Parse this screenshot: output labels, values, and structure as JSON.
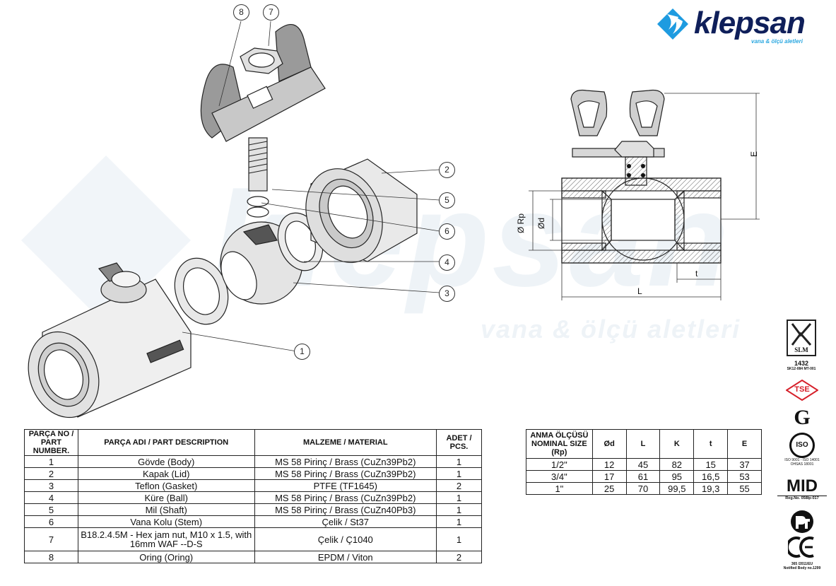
{
  "brand": {
    "name": "klepsan",
    "tagline": "vana & ölçü aletleri"
  },
  "callouts": [
    "1",
    "2",
    "3",
    "4",
    "5",
    "6",
    "7",
    "8"
  ],
  "dimension_labels": {
    "rp": "Ø Rp",
    "d": "Ød",
    "l": "L",
    "t": "t",
    "e": "E"
  },
  "parts_table": {
    "headers": [
      "PARÇA NO / PART NUMBER.",
      "PARÇA ADI / PART DESCRIPTION",
      "MALZEME / MATERIAL",
      "ADET / PCS."
    ],
    "rows": [
      {
        "no": "1",
        "name": "Gövde (Body)",
        "material": "MS 58 Pirinç / Brass (CuZn39Pb2)",
        "qty": "1"
      },
      {
        "no": "2",
        "name": "Kapak (Lid)",
        "material": "MS 58 Pirinç / Brass (CuZn39Pb2)",
        "qty": "1"
      },
      {
        "no": "3",
        "name": "Teflon (Gasket)",
        "material": "PTFE (TF1645)",
        "qty": "2"
      },
      {
        "no": "4",
        "name": "Küre (Ball)",
        "material": "MS 58 Pirinç / Brass (CuZn39Pb2)",
        "qty": "1"
      },
      {
        "no": "5",
        "name": "Mil (Shaft)",
        "material": "MS 58 Pirinç / Brass (CuZn40Pb3)",
        "qty": "1"
      },
      {
        "no": "6",
        "name": "Vana Kolu (Stem)",
        "material": "Çelik / St37",
        "qty": "1"
      },
      {
        "no": "7",
        "name": "B18.2.4.5M - Hex jam nut,  M10 x 1.5, with 16mm WAF --D-S",
        "material": "Çelik / Ç1040",
        "qty": "1"
      },
      {
        "no": "8",
        "name": "Oring (Oring)",
        "material": "EPDM / Viton",
        "qty": "2"
      }
    ]
  },
  "dims_table": {
    "headers": [
      "ANMA ÖLÇÜSÜ NOMINAL SIZE (Rp)",
      "Ød",
      "L",
      "K",
      "t",
      "E"
    ],
    "rows": [
      [
        "1/2\"",
        "12",
        "45",
        "82",
        "15",
        "37"
      ],
      [
        "3/4\"",
        "17",
        "61",
        "95",
        "16,5",
        "53"
      ],
      [
        "1\"",
        "25",
        "70",
        "99,5",
        "19,3",
        "55"
      ]
    ]
  },
  "certs": {
    "slm_label": "SLM",
    "slm_number": "1432",
    "slm_code": "SK12-084 MT-001",
    "tse": "TSE",
    "g": "G",
    "iso": "ISO",
    "iso_text1": "ISO 9001 - ISO 14001",
    "iso_text2": "OHSAS 18001",
    "mid": "MID",
    "mid_reg": "Reg.No. 058Ip-017",
    "ce_text1": "365 /2011/EU",
    "ce_text2": "Notified Body no.1299"
  }
}
